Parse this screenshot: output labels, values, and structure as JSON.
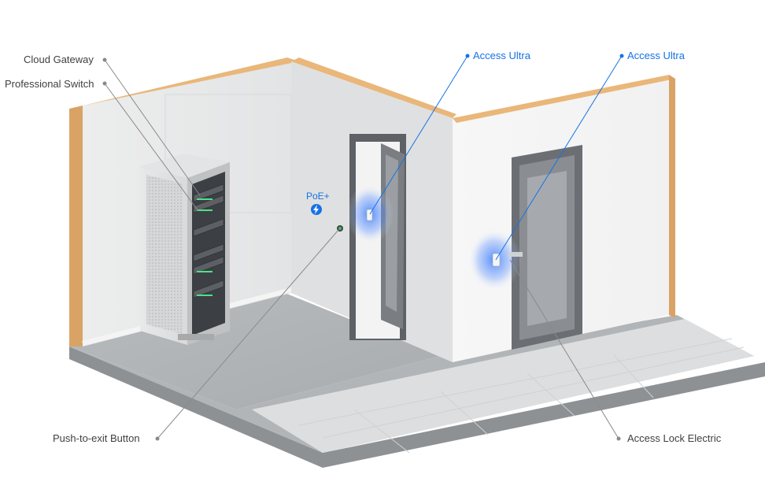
{
  "labels": {
    "cloud_gateway": "Cloud Gateway",
    "professional_switch": "Professional Switch",
    "access_ultra_left": "Access Ultra",
    "access_ultra_right": "Access Ultra",
    "poe": "PoE+",
    "push_to_exit": "Push-to-exit Button",
    "access_lock": "Access Lock Electric"
  },
  "colors": {
    "accent_blue": "#1672e6",
    "label_gray": "#404040",
    "leader_gray": "#8a8a8a"
  },
  "icons": {
    "poe": "lightning-bolt-icon"
  }
}
